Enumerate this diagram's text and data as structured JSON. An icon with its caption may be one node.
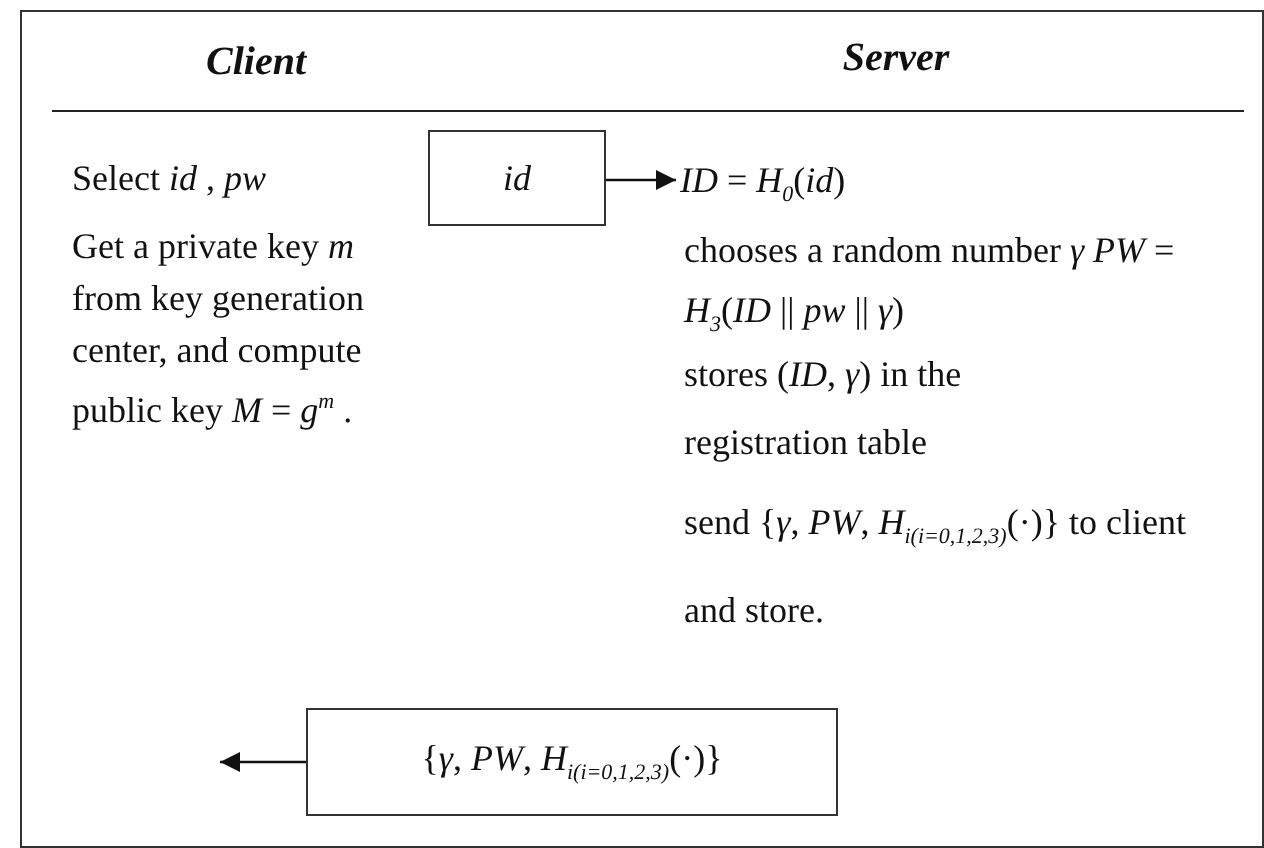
{
  "diagram": {
    "nodes": [
      {
        "text": [
          "id"
        ]
      },
      {
        "text": [
          "*ID* = *H*$_{0}$(*id*)"
        ]
      },
      {
        "text": [
          "{*γ*, *PW*, *H*$_{i(i=0,1,2,3)}$(·)}"
        ]
      }
    ],
    "edges": [
      {
        "from": 0,
        "to": 1,
        "arrow": "to"
      },
      {
        "from": 2,
        "to": null,
        "arrow": "to"
      }
    ],
    "labels": [
      "Client",
      "Server",
      "Select *id* , *pw*",
      "Get a private key *m* from key generation center, and compute public key *M* = *g*$^{m}$ .",
      "chooses a random number *γ* *PW* = *H*$_{3}$(*ID* || *pw* || *γ*)",
      "stores (*ID*, *γ*) in the registration table",
      "send {*γ*, *PW*, *H*$_{i(i=0,1,2,3)}$(·)} to client and store."
    ]
  }
}
